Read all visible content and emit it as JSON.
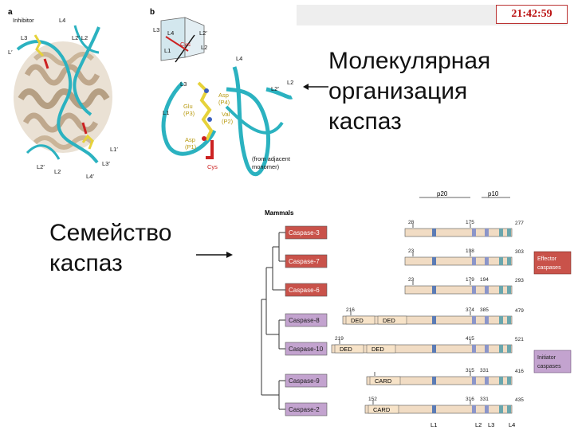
{
  "clock": "21:42:59",
  "right_title": {
    "line1": "Молекулярная",
    "line2": "организация",
    "line3": "каспаз"
  },
  "left_title": {
    "line1": "Семейство",
    "line2": "каспаз"
  },
  "panel_a": {
    "letter": "a",
    "labels": {
      "inhibitor": "Inhibitor",
      "l4": "L4",
      "l3": "L3",
      "l2p_l2": "L2′ L2",
      "l1": "L′",
      "l1p": "L1′",
      "l3p": "L3′",
      "l2pp": "L2′",
      "l2": "L2",
      "l4p": "L4′"
    }
  },
  "panel_b": {
    "letter": "b",
    "labels": {
      "l3": "L3",
      "l4_box": "L4",
      "l1_box": "L1",
      "l2_box": "L2",
      "l2p_top": "L2′",
      "l4": "L4",
      "l3b": "L3",
      "l2p": "L2′",
      "l2": "L2",
      "l1": "L1",
      "glu": "Glu",
      "p3": "(P3)",
      "asp_p4": "Asp",
      "p4": "(P4)",
      "val": "Val",
      "p2": "(P2)",
      "asp_p1": "Asp",
      "p1": "(P1)",
      "cys": "Cys",
      "adj1": "(from adjacent",
      "adj2": "monomer)",
      "cys_top": "Cys"
    }
  },
  "tree": {
    "heading": "Mammals",
    "caspases": [
      {
        "name": "Caspase-3",
        "group": "effector",
        "n_start": "28",
        "mid": "175",
        "end": "277"
      },
      {
        "name": "Caspase-7",
        "group": "effector",
        "n_start": "23",
        "mid": "198",
        "end": "303"
      },
      {
        "name": "Caspase-6",
        "group": "effector",
        "n_start": "23",
        "mid": "179",
        "mid2": "194",
        "end": "293"
      },
      {
        "name": "Caspase-8",
        "group": "initiator",
        "n_start": "216",
        "mid": "374",
        "mid2": "385",
        "end": "479",
        "prodomain": [
          "DED",
          "DED"
        ]
      },
      {
        "name": "Caspase-10",
        "group": "initiator",
        "n_start": "219",
        "mid": "415",
        "end": "521",
        "prodomain": [
          "DED",
          "DED"
        ]
      },
      {
        "name": "Caspase-9",
        "group": "initiator",
        "n_start": "",
        "mid": "315",
        "mid2": "331",
        "end": "416",
        "prodomain": [
          "CARD"
        ]
      },
      {
        "name": "Caspase-2",
        "group": "initiator",
        "n_start": "152",
        "mid": "316",
        "mid2": "331",
        "end": "435",
        "prodomain": [
          "CARD"
        ]
      }
    ],
    "subunits": {
      "p20": "p20",
      "p10": "p10"
    },
    "loops": [
      "L1",
      "L2",
      "L3",
      "L4"
    ],
    "effector_label": {
      "line1": "Effector",
      "line2": "caspases"
    },
    "initiator_label": {
      "line1": "Initiator",
      "line2": "caspases"
    }
  },
  "colors": {
    "effector": "#c9524a",
    "initiator": "#c3a3cf",
    "bar": "#f1dcc4",
    "ribbon": "#2bb2c0",
    "stick": "#e6d23a",
    "clock": "#b11111"
  }
}
